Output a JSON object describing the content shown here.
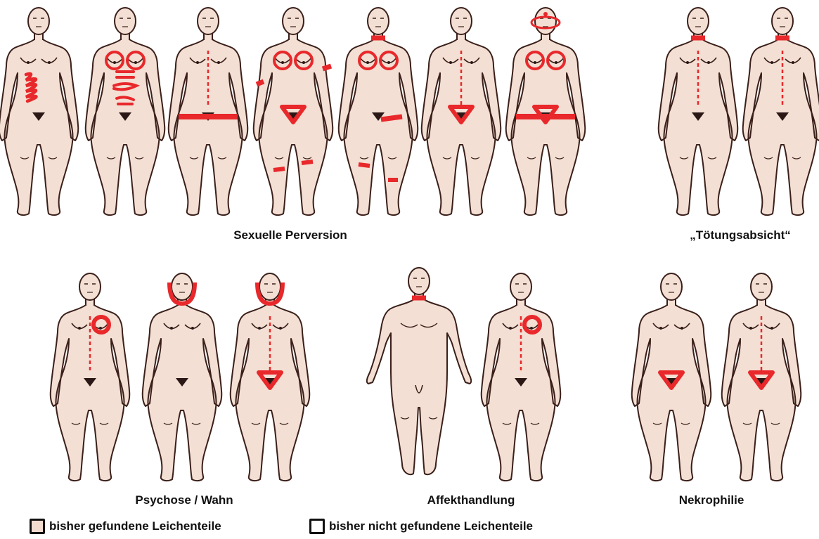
{
  "groups": [
    {
      "label": "Sexuelle Perversion"
    },
    {
      "label": "„Tötungsabsicht“"
    },
    {
      "label": "Psychose / Wahn"
    },
    {
      "label": "Affekthandlung"
    },
    {
      "label": "Nekrophilie"
    }
  ],
  "legend": {
    "found": {
      "label": "bisher gefundene Leichenteile",
      "color": "#f2dcd0"
    },
    "not_found": {
      "label": "bisher nicht gefundene Leichenteile",
      "color": "#ffffff"
    }
  },
  "colors": {
    "skin": "#f3dfd3",
    "outline": "#3a1f1a",
    "wound": "#e8282b",
    "dark": "#2b1816"
  },
  "figures": [
    {
      "group": "Sexuelle Perversion",
      "sex": "female",
      "marks": [
        "intestine"
      ]
    },
    {
      "group": "Sexuelle Perversion",
      "sex": "female",
      "marks": [
        "breasts",
        "organs"
      ]
    },
    {
      "group": "Sexuelle Perversion",
      "sex": "female",
      "marks": [
        "midline",
        "hips"
      ]
    },
    {
      "group": "Sexuelle Perversion",
      "sex": "female",
      "marks": [
        "breasts",
        "pubic",
        "arm-band",
        "knee-band"
      ]
    },
    {
      "group": "Sexuelle Perversion",
      "sex": "female",
      "marks": [
        "breasts",
        "neck",
        "thigh",
        "knee-band-left"
      ]
    },
    {
      "group": "Sexuelle Perversion",
      "sex": "female",
      "marks": [
        "pubic",
        "midline"
      ]
    },
    {
      "group": "Sexuelle Perversion",
      "sex": "female",
      "marks": [
        "head-ring",
        "breasts",
        "pubic",
        "hips"
      ]
    },
    {
      "group": "„Tötungsabsicht“",
      "sex": "female",
      "marks": [
        "neck",
        "midline"
      ]
    },
    {
      "group": "„Tötungsabsicht“",
      "sex": "female",
      "marks": [
        "neck",
        "midline"
      ]
    },
    {
      "group": "Psychose / Wahn",
      "sex": "female",
      "marks": [
        "heart",
        "midline"
      ]
    },
    {
      "group": "Psychose / Wahn",
      "sex": "female",
      "marks": [
        "jaw"
      ]
    },
    {
      "group": "Psychose / Wahn",
      "sex": "female",
      "marks": [
        "jaw",
        "pubic",
        "midline"
      ]
    },
    {
      "group": "Affekthandlung",
      "sex": "male",
      "marks": [
        "neck"
      ]
    },
    {
      "group": "Affekthandlung",
      "sex": "female",
      "marks": [
        "heart",
        "midline"
      ]
    },
    {
      "group": "Nekrophilie",
      "sex": "female",
      "marks": [
        "pubic"
      ]
    },
    {
      "group": "Nekrophilie",
      "sex": "female",
      "marks": [
        "pubic",
        "midline"
      ]
    }
  ]
}
